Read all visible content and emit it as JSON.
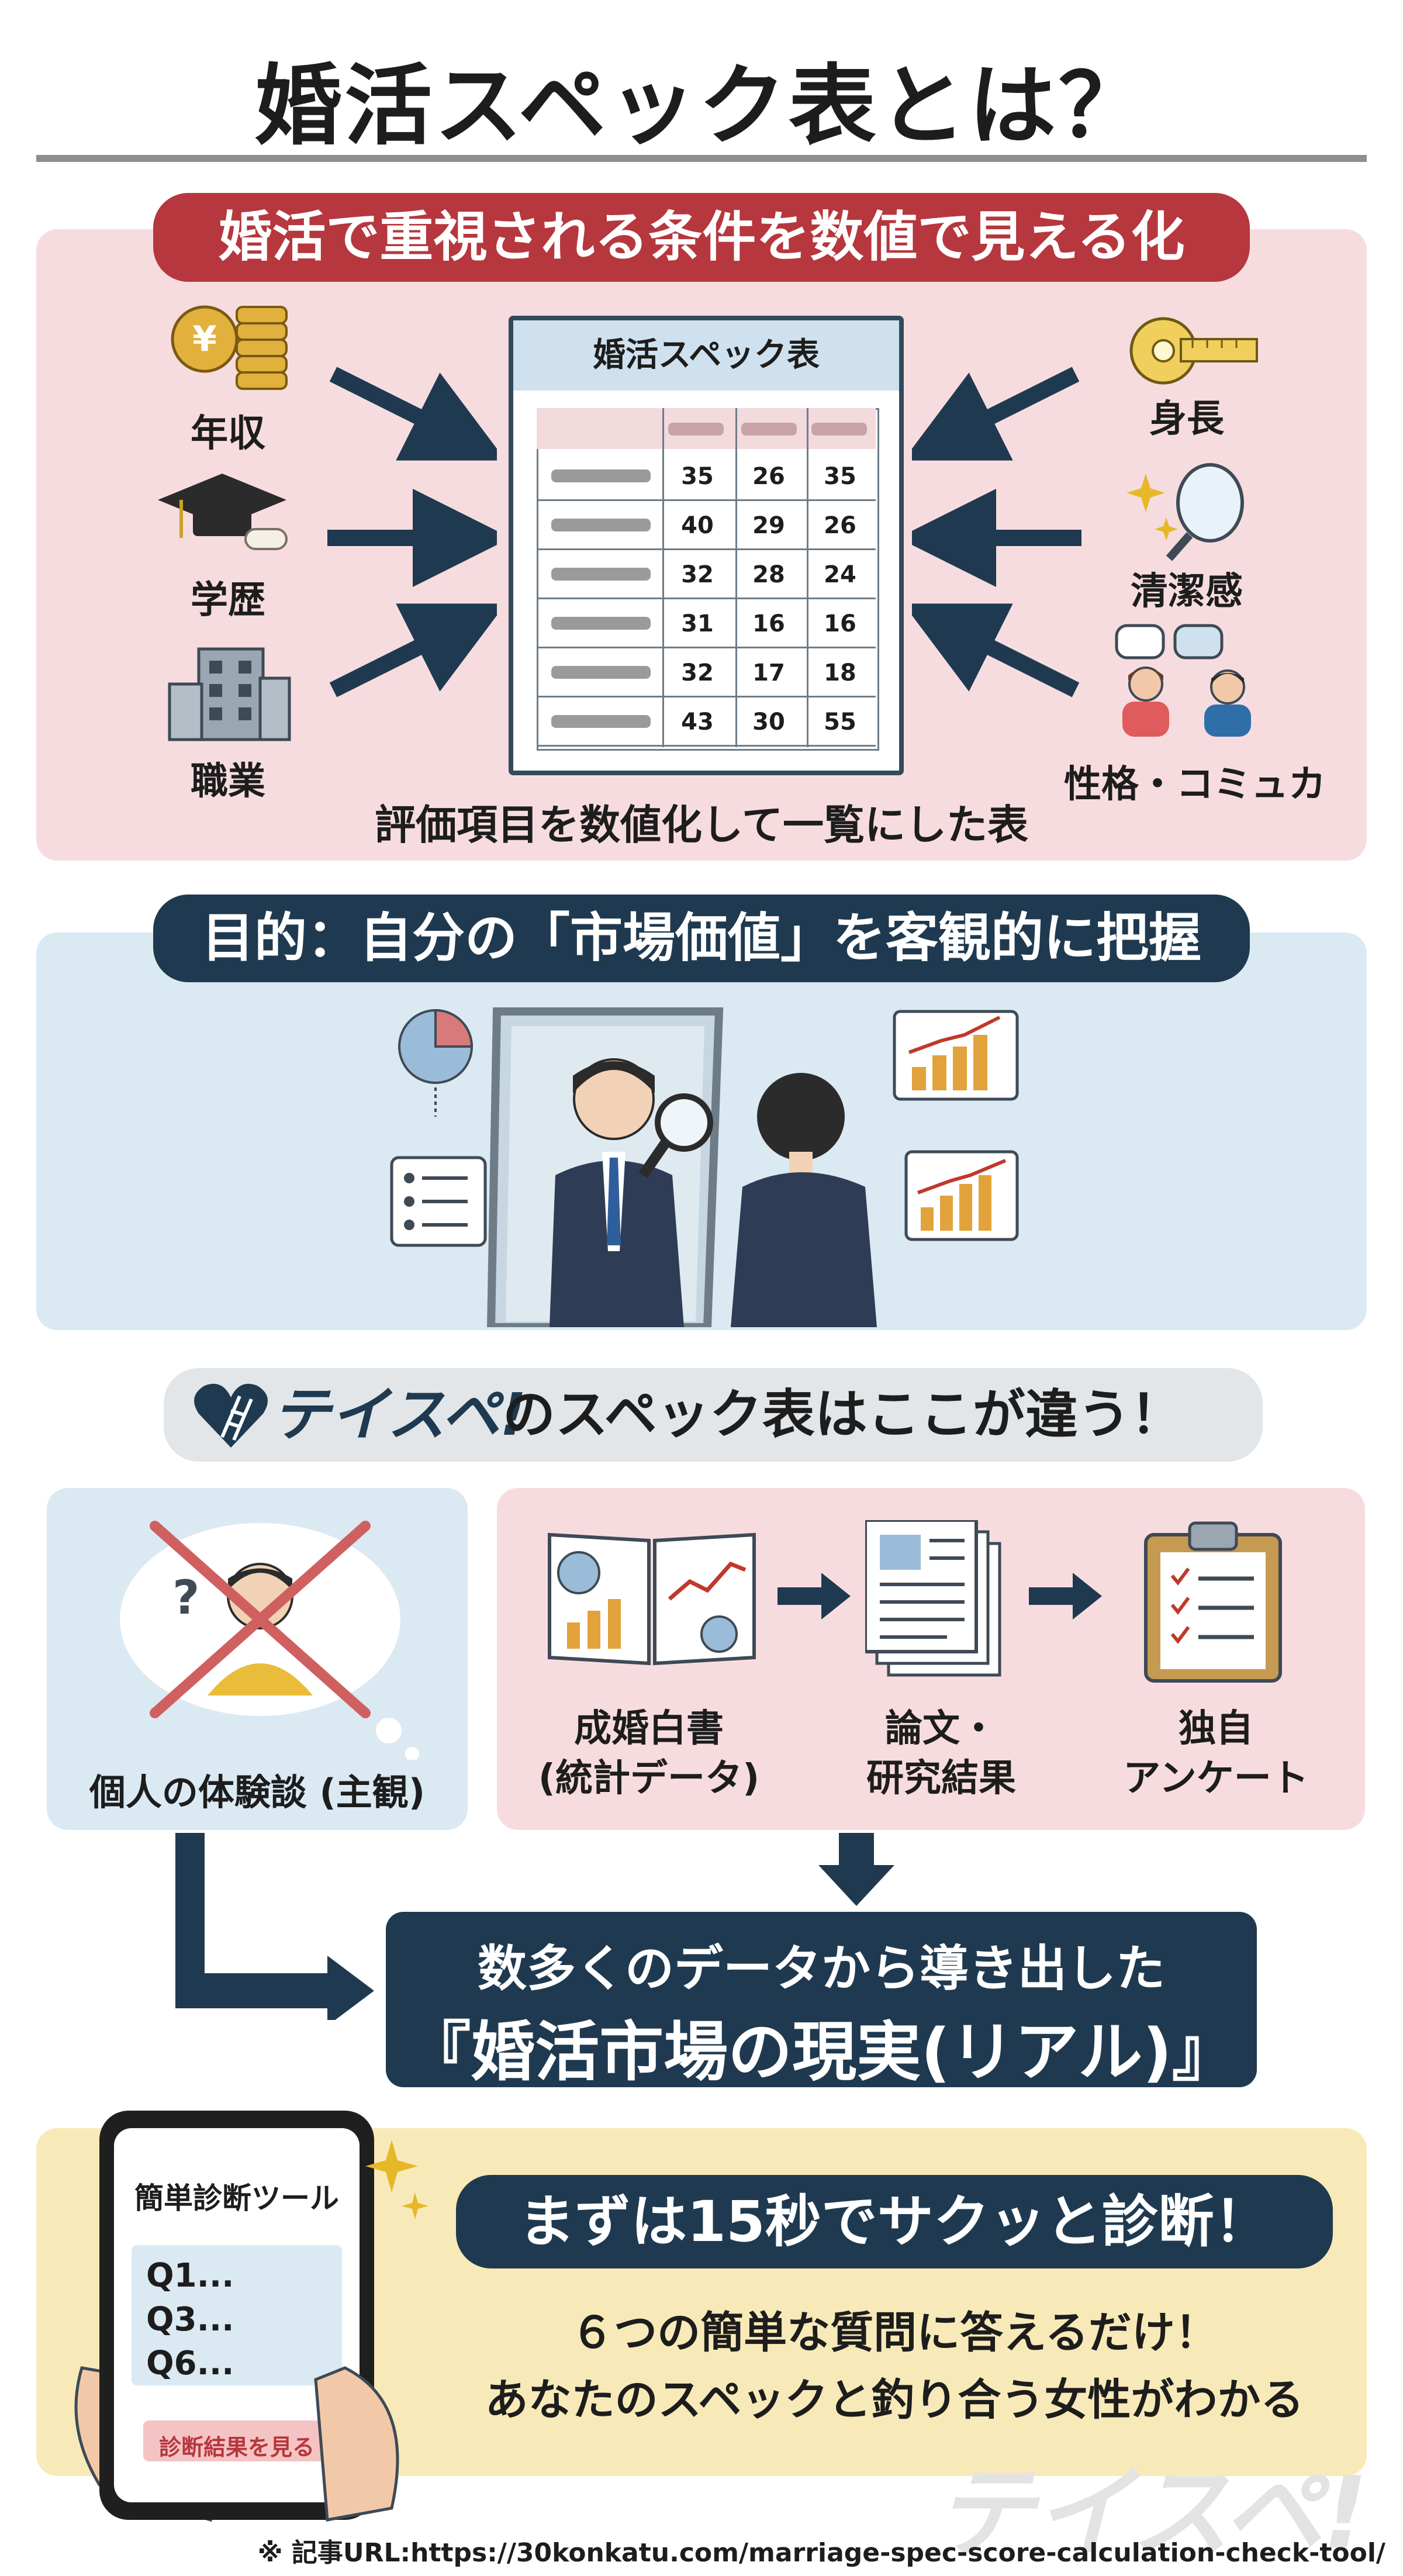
{
  "title": "婚活スペック表とは？",
  "section1": {
    "banner": "婚活で重視される条件を数値で見える化",
    "table_title": "婚活スペック表",
    "rows": [
      [
        35,
        26,
        35
      ],
      [
        40,
        29,
        26
      ],
      [
        32,
        28,
        24
      ],
      [
        31,
        16,
        16
      ],
      [
        32,
        17,
        18
      ],
      [
        43,
        30,
        55
      ]
    ],
    "left_items": [
      "年収",
      "学歴",
      "職業"
    ],
    "right_items": [
      "身長",
      "清潔感",
      "性格・コミュカ"
    ],
    "caption": "評価項目を数値化して一覧にした表"
  },
  "section2": {
    "banner": "目的：自分の「市場価値」を客観的に把握"
  },
  "section3": {
    "banner_brand": "テイスペ!",
    "banner_rest": "のスペック表はここが違う！",
    "left_label": "個人の体験談 (主観)",
    "source1_line1": "成婚白書",
    "source1_line2": "(統計データ)",
    "source2_line1": "論文・",
    "source2_line2": "研究結果",
    "source3_line1": "独自",
    "source3_line2": "アンケート",
    "result_line1": "数多くのデータから導き出した",
    "result_line2": "『婚活市場の現実(リアル)』"
  },
  "section4": {
    "phone_title": "簡単診断ツール",
    "phone_q1": "Q1...",
    "phone_q2": "Q3...",
    "phone_q3": "Q6...",
    "phone_button": "診断結果を見る",
    "banner": "まずは15秒でサクッと診断！",
    "line1": "６つの簡単な質問に答えるだけ！",
    "line2": "あなたのスペックと釣り合う女性がわかる",
    "watermark": "テイスペ!"
  },
  "footer": "※ 記事URL:https://30konkatu.com/marriage-spec-score-calculation-check-tool/",
  "colors": {
    "red": "#b6373d",
    "navy": "#1f3a50",
    "pink": "#f7dcdf",
    "blue": "#dbe9f3",
    "yellow": "#f8eab8"
  }
}
